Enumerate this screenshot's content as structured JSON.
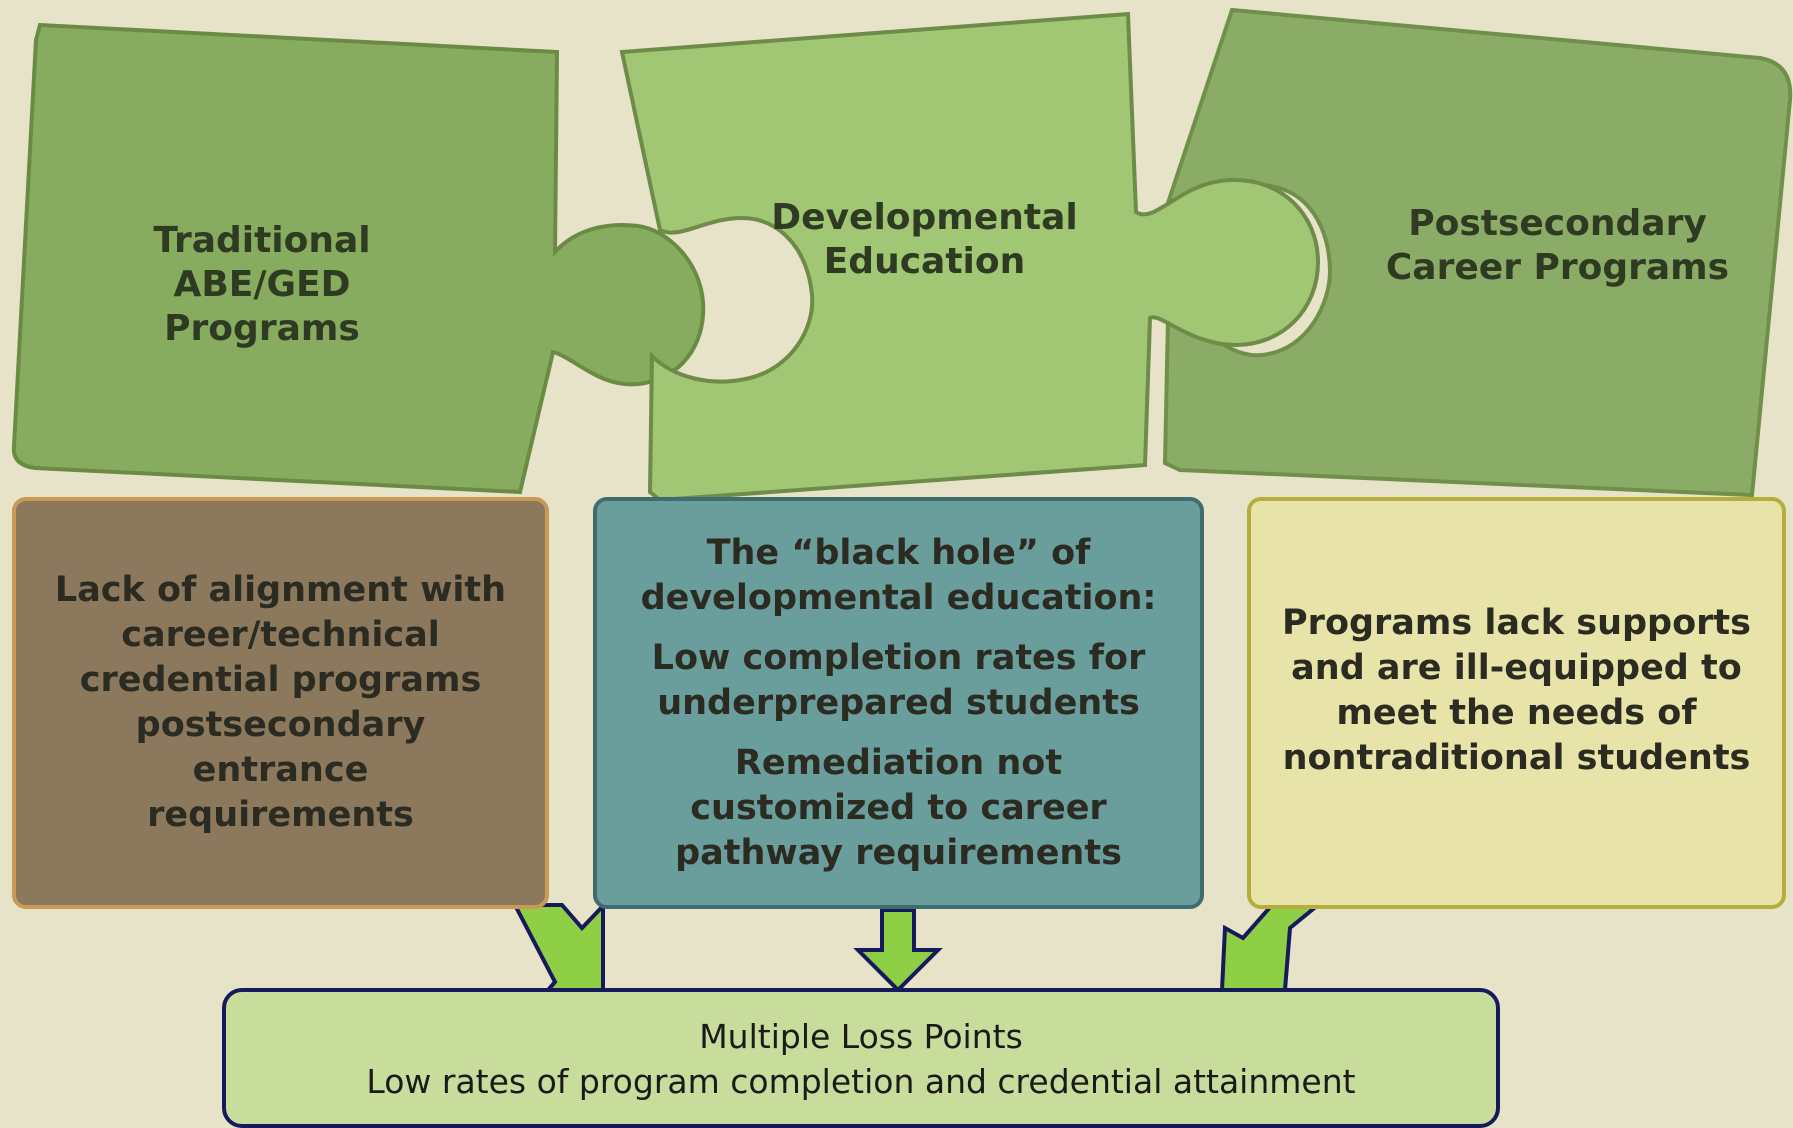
{
  "pieces": {
    "left": {
      "line1": "Traditional ABE/GED",
      "line2": "Programs",
      "fill": "#87ab5f"
    },
    "middle": {
      "line1": "Developmental",
      "line2": "Education",
      "fill": "#a1c774"
    },
    "right": {
      "line1": "Postsecondary",
      "line2": "Career Programs",
      "fill": "#8bac66"
    }
  },
  "boxes": {
    "left": {
      "lines": [
        "Lack of alignment with",
        "career/technical",
        "credential programs",
        "postsecondary entrance",
        "requirements"
      ],
      "fill": "#8c785c"
    },
    "middle": {
      "heading": [
        "The “black hole” of",
        "developmental education:"
      ],
      "point1": [
        "Low completion rates for",
        "underprepared students"
      ],
      "point2": [
        "Remediation not",
        "customized to career",
        "pathway requirements"
      ],
      "fill": "#6a9e9c"
    },
    "right": {
      "lines": [
        "Programs lack supports",
        "and are ill-equipped to",
        "meet the needs of",
        "nontraditional students"
      ],
      "fill": "#e8e3a8"
    }
  },
  "outcome": {
    "title": "Multiple Loss Points",
    "subtitle": "Low rates of program completion and credential attainment",
    "fill": "#c8dc9c"
  },
  "arrow_color": "#8ecf45"
}
